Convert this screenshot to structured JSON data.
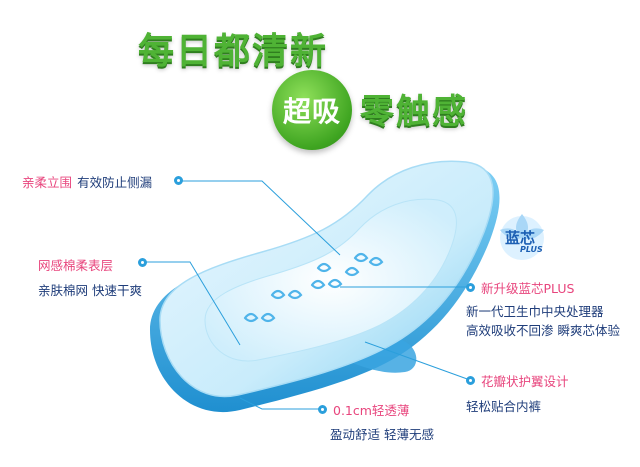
{
  "headline": {
    "line1": "每日都清新",
    "badge": "超吸",
    "line2": "零触感"
  },
  "brand": {
    "name": "蓝芯",
    "suffix": "PLUS"
  },
  "callouts": {
    "edge": {
      "title": "亲柔立围",
      "desc": "有效防止侧漏"
    },
    "surface": {
      "title": "网感棉柔表层",
      "desc": "亲肤棉网 快速干爽"
    },
    "core": {
      "title": "新升级蓝芯PLUS",
      "desc1": "新一代卫生巾中央处理器",
      "desc2": "高效吸收不回渗 瞬爽芯体验"
    },
    "wing": {
      "title": "花瓣状护翼设计",
      "desc": "轻松贴合内裤"
    },
    "thin": {
      "title": "0.1cm轻透薄",
      "desc": "盈动舒适 轻薄无感"
    }
  },
  "colors": {
    "green": "#4fb335",
    "pink": "#e8457d",
    "blue": "#2b9fdc",
    "navy": "#1f3d7a"
  }
}
